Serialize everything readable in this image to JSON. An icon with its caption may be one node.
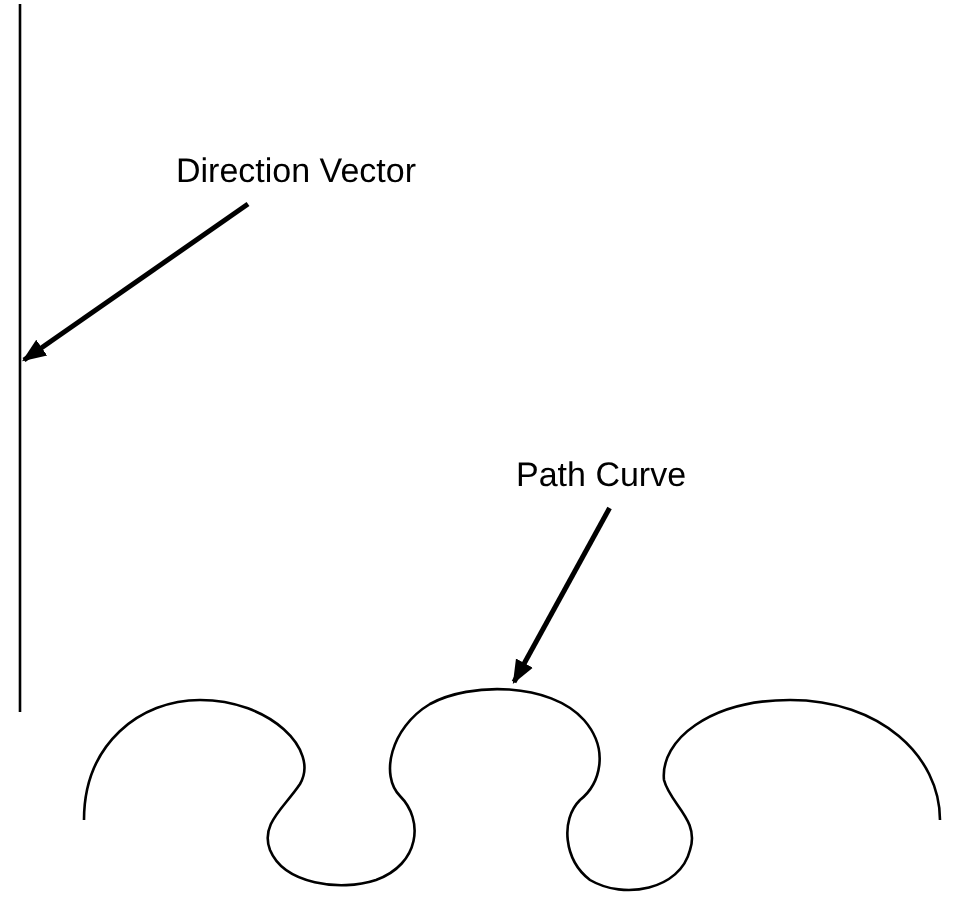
{
  "diagram": {
    "nodes": [
      {
        "text": [
          "Direction Vector"
        ]
      },
      {
        "text": [],
        "shape": "line"
      },
      {
        "text": [
          "Path Curve"
        ]
      },
      {
        "text": [],
        "shape": "curve"
      }
    ],
    "edges": [
      {
        "from": 0,
        "to": 1,
        "arrow": "to"
      },
      {
        "from": 2,
        "to": 3,
        "arrow": "to"
      }
    ]
  }
}
